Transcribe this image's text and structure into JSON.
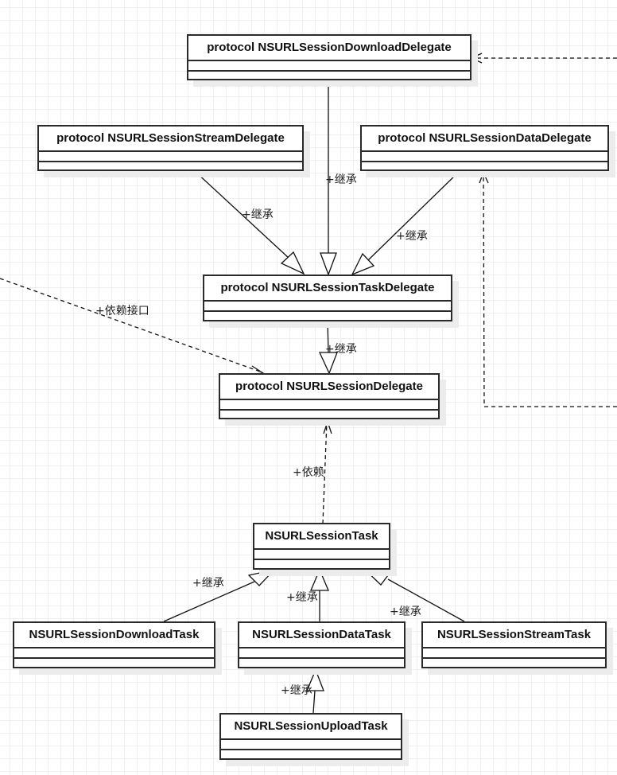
{
  "diagram": {
    "type": "uml-class-diagram",
    "classes": [
      {
        "id": "download_delegate",
        "name": "protocol NSURLSessionDownloadDelegate"
      },
      {
        "id": "stream_delegate",
        "name": "protocol NSURLSessionStreamDelegate"
      },
      {
        "id": "data_delegate",
        "name": "protocol NSURLSessionDataDelegate"
      },
      {
        "id": "task_delegate",
        "name": "protocol NSURLSessionTaskDelegate"
      },
      {
        "id": "session_delegate",
        "name": "protocol NSURLSessionDelegate"
      },
      {
        "id": "session_task",
        "name": "NSURLSessionTask"
      },
      {
        "id": "download_task",
        "name": "NSURLSessionDownloadTask"
      },
      {
        "id": "data_task",
        "name": "NSURLSessionDataTask"
      },
      {
        "id": "stream_task",
        "name": "NSURLSessionStreamTask"
      },
      {
        "id": "upload_task",
        "name": "NSURLSessionUploadTask"
      }
    ],
    "relations": [
      {
        "from": "download_delegate",
        "to": "task_delegate",
        "kind": "inheritance",
        "label": "+继承"
      },
      {
        "from": "stream_delegate",
        "to": "task_delegate",
        "kind": "inheritance",
        "label": "+继承"
      },
      {
        "from": "data_delegate",
        "to": "task_delegate",
        "kind": "inheritance",
        "label": "+继承"
      },
      {
        "from": "task_delegate",
        "to": "session_delegate",
        "kind": "inheritance",
        "label": "+继承"
      },
      {
        "from": "offscreen-left",
        "to": "session_delegate",
        "kind": "dependency",
        "label": "+依赖接口"
      },
      {
        "from": "session_task",
        "to": "session_delegate",
        "kind": "dependency",
        "label": "+依赖"
      },
      {
        "from": "download_task",
        "to": "session_task",
        "kind": "inheritance",
        "label": "+继承"
      },
      {
        "from": "data_task",
        "to": "session_task",
        "kind": "inheritance",
        "label": "+继承"
      },
      {
        "from": "stream_task",
        "to": "session_task",
        "kind": "inheritance",
        "label": "+继承"
      },
      {
        "from": "upload_task",
        "to": "data_task",
        "kind": "inheritance",
        "label": "+继承"
      },
      {
        "from": "offscreen-right",
        "to": "download_delegate",
        "kind": "dependency",
        "label": ""
      },
      {
        "from": "offscreen-right",
        "to": "data_delegate",
        "kind": "dependency",
        "label": ""
      }
    ]
  }
}
